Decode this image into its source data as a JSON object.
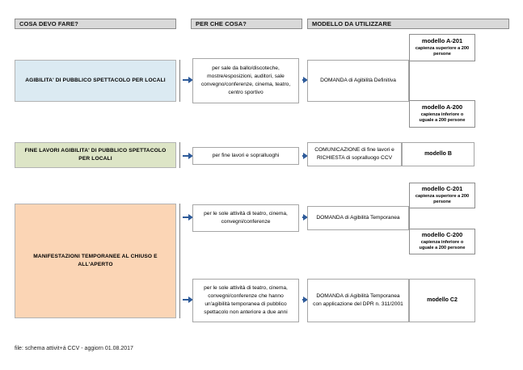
{
  "document": {
    "title": "Schema attività CCV",
    "footer_note": "file: schema attivit+á CCV - aggiorn 01.08.2017"
  },
  "colors": {
    "header_fill": "#d9d9d9",
    "blue_fill": "#dbeaf2",
    "green_fill": "#dde5c6",
    "orange_fill": "#fbd5b5",
    "arrow": "#2e5b9a",
    "border": "#a6a6a6"
  },
  "columns": {
    "cosa_devo_fare": "COSA DEVO FARE?",
    "per_che_cosa": "PER CHE COSA?",
    "modello_da_utilizzare": "MODELLO DA UTILIZZARE"
  },
  "rows": [
    {
      "id": "agibilita-locali",
      "category": "AGIBILITA' DI PUBBLICO SPETTACOLO PER LOCALI",
      "fill": "#dbeaf2",
      "why": "per sale da ballo/discoteche, mostre/esposizioni, auditori, sale convegno/conferenze, cinema, teatro, centro sportivo",
      "request": "DOMANDA di Agibilità Definitiva",
      "models": [
        {
          "title": "modello A-201",
          "sub": "capienza superiore a 200 persone"
        },
        {
          "title": "modello A-200",
          "sub": "capienza inferiore o uguale a 200 persone"
        }
      ]
    },
    {
      "id": "fine-lavori",
      "category": "FINE LAVORI AGIBILITA' DI PUBBLICO SPETTACOLO PER LOCALI",
      "fill": "#dde5c6",
      "why": "per fine lavori e sopralluoghi",
      "request": "COMUNICAZIONE di fine lavori e RICHIESTA di sopralluogo CCV",
      "model_inline": "modello B"
    },
    {
      "id": "manifestazioni-temporanee",
      "category": "MANIFESTAZIONI TEMPORANEE AL CHIUSO E ALL'APERTO",
      "fill": "#fbd5b5",
      "branches": [
        {
          "why": "per le sole attività di teatro, cinema, convegni/conferenze",
          "request": "DOMANDA di Agibilità Temporanea",
          "models": [
            {
              "title": "modello C-201",
              "sub": "capienza superiore a 200 persone"
            },
            {
              "title": "modello C-200",
              "sub": "capienza inferiore o uguale a 200 persone"
            }
          ]
        },
        {
          "why": "per le sole attività di teatro, cinema, convegni/conferenze che hanno un'agibilità temporanea di pubblico spettacolo non anteriore a due anni",
          "request": "DOMANDA di Agibilità Temporanea con applicazione del DPR n. 311/2001",
          "model_inline": "modello C2"
        }
      ]
    }
  ]
}
